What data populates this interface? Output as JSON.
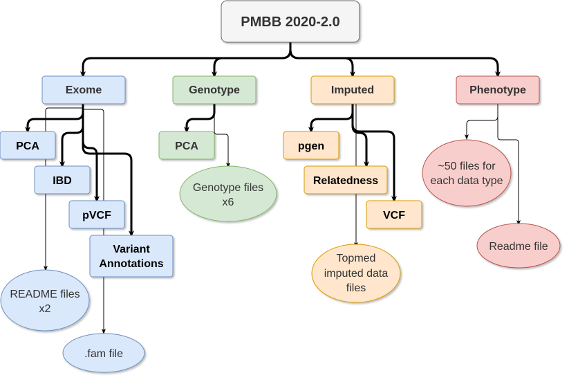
{
  "diagram": {
    "root": {
      "label": "PMBB 2020-2.0"
    },
    "exome": {
      "label": "Exome",
      "children": {
        "pca": "PCA",
        "ibd": "IBD",
        "pvcf": "pVCF",
        "variant_annotations": [
          "Variant",
          "Annotations"
        ]
      },
      "files": {
        "readme": [
          "README files",
          "x2"
        ],
        "fam": [
          ".fam file"
        ]
      }
    },
    "genotype": {
      "label": "Genotype",
      "children": {
        "pca": "PCA"
      },
      "files": {
        "genotype_files": [
          "Genotype files",
          "x6"
        ]
      }
    },
    "imputed": {
      "label": "Imputed",
      "children": {
        "pgen": "pgen",
        "relatedness": "Relatedness",
        "vcf": "VCF"
      },
      "files": {
        "topmed": [
          "Topmed",
          "imputed data",
          "files"
        ]
      }
    },
    "phenotype": {
      "label": "Phenotype",
      "files": {
        "data_files": [
          "~50 files for",
          "each data type"
        ],
        "readme": [
          "Readme file"
        ]
      }
    }
  },
  "colors": {
    "root_fill": "#f5f5f5",
    "root_stroke": "#666666",
    "exome_fill": "#dae8fc",
    "exome_stroke": "#6c8ebf",
    "genotype_fill": "#d5e8d4",
    "genotype_stroke": "#82b366",
    "imputed_fill": "#ffe6cc",
    "imputed_stroke": "#d79b00",
    "phenotype_fill": "#f8cecc",
    "phenotype_stroke": "#b85450",
    "edge": "#000000"
  }
}
